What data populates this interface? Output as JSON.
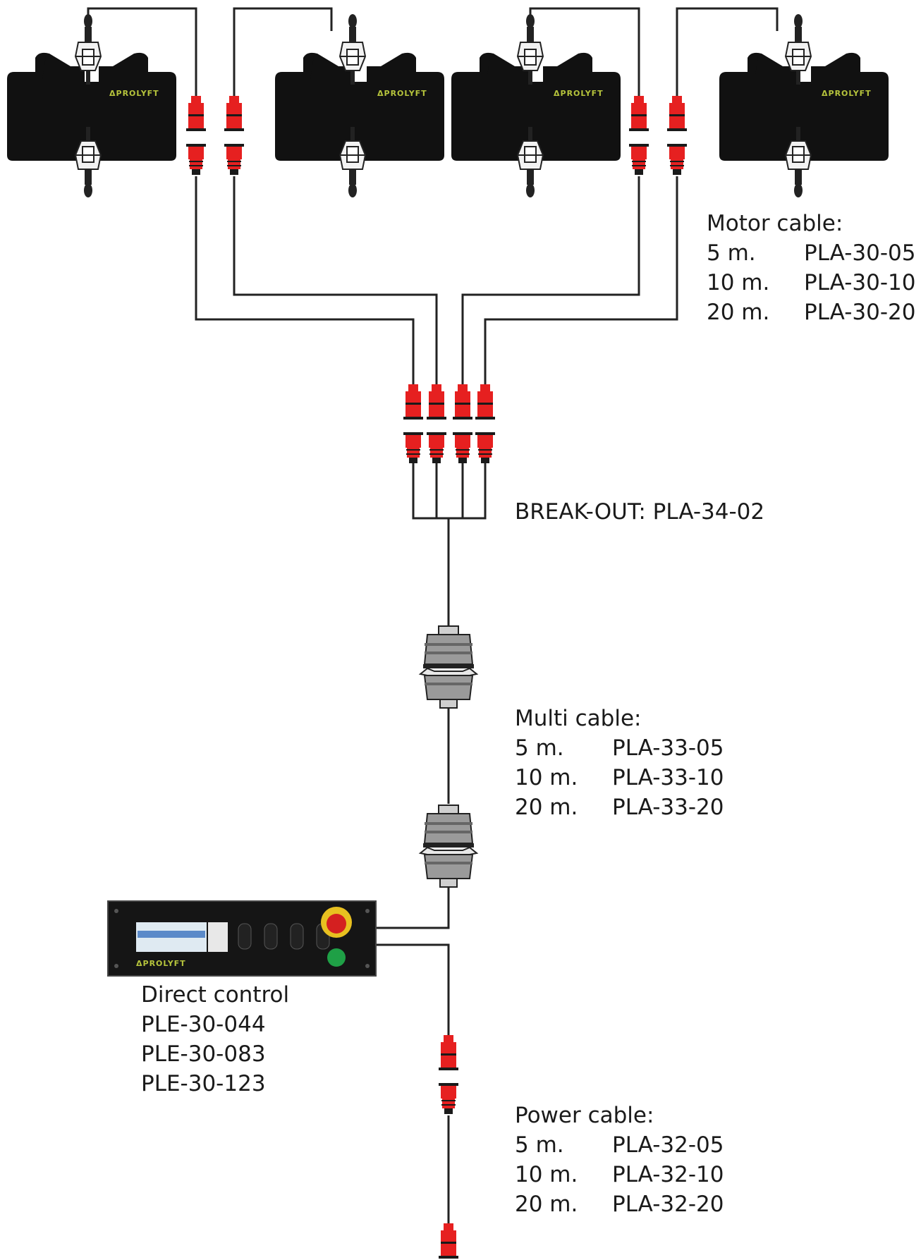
{
  "brand_name": "ΔPROLYFT",
  "colors": {
    "plug_red": "#e62020",
    "plug_dark": "#1a1a1a",
    "hoist_body": "#111111",
    "brand_accent": "#b6c43c",
    "connector_grey": "#9a9a9a",
    "estop_red": "#d42020",
    "go_green": "#1fa046",
    "cable": "#222222"
  },
  "motor_cable": {
    "title": "Motor cable:",
    "rows": [
      {
        "length": "5 m.",
        "code": "PLA-30-05"
      },
      {
        "length": "10 m.",
        "code": "PLA-30-10"
      },
      {
        "length": "20 m.",
        "code": "PLA-30-20"
      }
    ]
  },
  "breakout": {
    "label": "BREAK-OUT: PLA-34-02"
  },
  "multi_cable": {
    "title": "Multi cable:",
    "rows": [
      {
        "length": "5 m.",
        "code": "PLA-33-05"
      },
      {
        "length": "10 m.",
        "code": "PLA-33-10"
      },
      {
        "length": "20 m.",
        "code": "PLA-33-20"
      }
    ]
  },
  "direct_control": {
    "lines": [
      "Direct control",
      "PLE-30-044",
      "PLE-30-083",
      "PLE-30-123"
    ]
  },
  "power_cable": {
    "title": "Power cable:",
    "rows": [
      {
        "length": "5 m.",
        "code": "PLA-32-05"
      },
      {
        "length": "10 m.",
        "code": "PLA-32-10"
      },
      {
        "length": "20 m.",
        "code": "PLA-32-20"
      }
    ]
  },
  "icons": [
    "chain-hoist-icon",
    "cee-plug-icon",
    "multi-connector-icon",
    "control-panel-icon",
    "emergency-stop-icon"
  ]
}
